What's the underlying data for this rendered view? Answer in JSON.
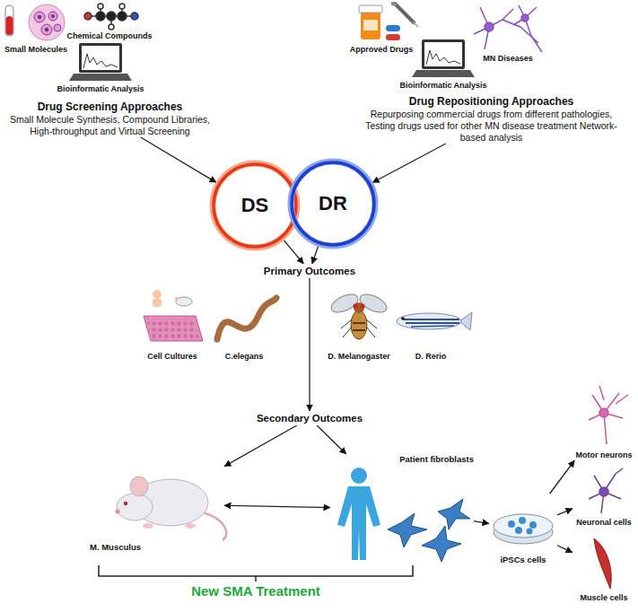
{
  "diagram": {
    "nodes": [
      {
        "text": [
          "Drug Screening Approaches",
          "Small Molecule Synthesis, Compound Libraries, High-throughput and Virtual Screening"
        ]
      },
      {
        "text": [
          "Drug Repositioning Approaches",
          "Repurposing commercial drugs from different pathologies, Testing drugs used for other MN disease treatment Network-based analysis"
        ]
      },
      {
        "text": [
          "DS"
        ]
      },
      {
        "text": [
          "DR"
        ]
      },
      {
        "text": [
          "Primary Outcomes"
        ]
      },
      {
        "text": [
          "Secondary Outcomes"
        ]
      },
      {
        "text": [
          "M. Musculus"
        ]
      },
      {
        "text": [
          "Patient fibroblasts"
        ]
      },
      {
        "text": [
          "iPSCs cells"
        ]
      },
      {
        "text": [
          "Motor neurons"
        ]
      },
      {
        "text": [
          "Neuronal cells"
        ]
      },
      {
        "text": [
          "Muscle cells"
        ]
      }
    ],
    "edges": [
      {
        "from": 0,
        "to": 2,
        "arrow": "to"
      },
      {
        "from": 1,
        "to": 3,
        "arrow": "to"
      },
      {
        "from": 2,
        "to": 4,
        "arrow": "to"
      },
      {
        "from": 3,
        "to": 4,
        "arrow": "to"
      },
      {
        "from": 4,
        "to": 5,
        "arrow": "to"
      },
      {
        "from": 5,
        "to": 6,
        "arrow": "to"
      },
      {
        "from": 5,
        "to": 7,
        "arrow": "to"
      },
      {
        "from": 6,
        "to": 7,
        "arrow": "both"
      },
      {
        "from": 7,
        "to": 8,
        "arrow": "to"
      },
      {
        "from": 8,
        "to": 9,
        "arrow": "to"
      },
      {
        "from": 8,
        "to": 10,
        "arrow": "to"
      },
      {
        "from": 8,
        "to": 11,
        "arrow": "to"
      }
    ],
    "labels": [
      "Small Molecules",
      "Chemical Compounds",
      "Bioinformatic Analysis",
      "Approved Drugs",
      "MN Diseases",
      "Bioinformatic Analysis",
      "Cell Cultures",
      "C.elegans",
      "D. Melanogaster",
      "D. Rerio",
      "New SMA Treatment"
    ]
  }
}
